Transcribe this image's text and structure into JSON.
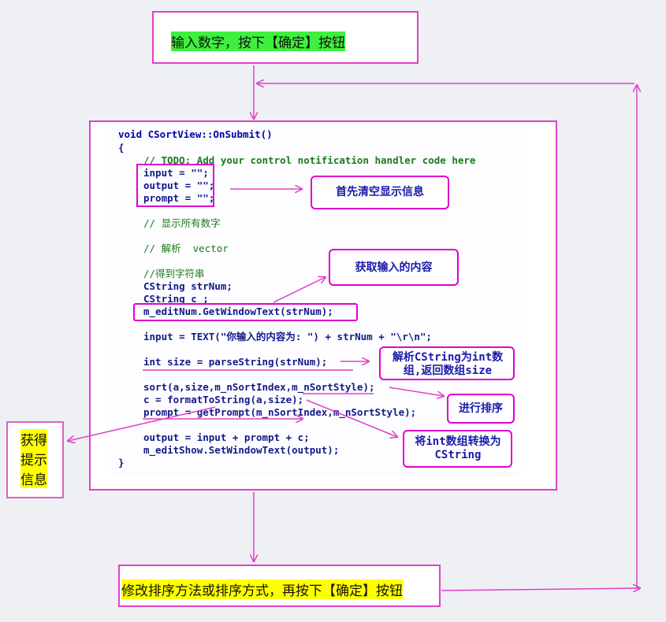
{
  "steps": {
    "top": "输入数字，按下【确定】按钮",
    "bottom": "修改排序方法或排序方式，再按下【确定】按钮"
  },
  "side_note": [
    "获得",
    "提示",
    "信息"
  ],
  "callouts": {
    "clear": "首先清空显示信息",
    "get_input": "获取输入的内容",
    "parse": "解析CString为int数组,返回数组size",
    "sort": "进行排序",
    "convert": "将int数组转换为CString"
  },
  "code": {
    "l1": "void CSortView::OnSubmit()",
    "l2": "{",
    "l3": "// TODO: Add your control notification handler code here",
    "l4": "input = \"\";",
    "l5": "output = \"\";",
    "l6": "prompt = \"\";",
    "l7": "// 显示所有数字",
    "l8": "// 解析  vector",
    "l9": "//得到字符串",
    "l10": "CString strNum;",
    "l11": "CString c ;",
    "l12": "m_editNum.GetWindowText(strNum);",
    "l13": "input = TEXT(\"你输入的内容为: \") + strNum + \"\\r\\n\";",
    "l14": "int size = parseString(strNum);",
    "l15": "sort(a,size,m_nSortIndex,m_nSortStyle);",
    "l16": "c = formatToString(a,size);",
    "l17": "prompt = getPrompt(m_nSortIndex,m_nSortStyle);",
    "l18": "output = input + prompt + c;",
    "l19": "m_editShow.SetWindowText(output);",
    "l20": "}"
  }
}
